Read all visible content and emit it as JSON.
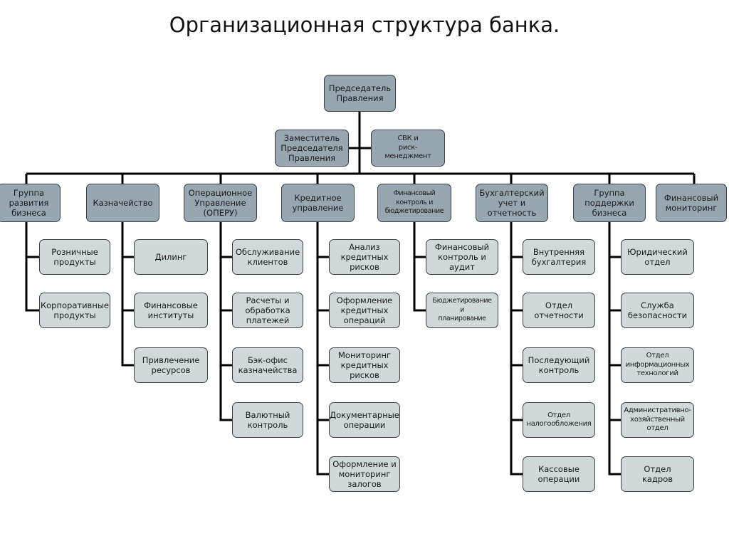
{
  "title": "Организационная структура банка.",
  "colors": {
    "top_box": "#97a7b1",
    "sub_box": "#d0d8da",
    "border": "#3a3f43",
    "connector": "#000000"
  },
  "chairman": "Председатель\nПравления",
  "deputy": "Заместитель\nПредседателя\nПравления",
  "svk": "СВК и\nриск-\nменеджмент",
  "departments": [
    {
      "label": "Группа\nразвития\nбизнеса",
      "children": [
        "Розничные\nпродукты",
        "Корпоративные\nпродукты"
      ]
    },
    {
      "label": "Казначейство",
      "children": [
        "Дилинг",
        "Финансовые\nинституты",
        "Привлечение\nресурсов"
      ]
    },
    {
      "label": "Операционное\nУправление\n(ОПЕРУ)",
      "children": [
        "Обслуживание\nклиентов",
        "Расчеты и\nобработка\nплатежей",
        "Бэк-офис\nказначейства",
        "Валютный\nконтроль"
      ]
    },
    {
      "label": "Кредитное\nуправление",
      "children": [
        "Анализ\nкредитных\nрисков",
        "Оформление\nкредитных\nопераций",
        "Мониторинг\nкредитных\nрисков",
        "Документарные\nоперации",
        "Оформление и\nмониторинг\nзалогов"
      ]
    },
    {
      "label": "Финансовый\nконтроль и\nбюджетирование",
      "children": [
        "Финансовый\nконтроль и\nаудит",
        "Бюджетирование\nи\nпланирование"
      ]
    },
    {
      "label": "Бухгалтерский\nучет и\nотчетность",
      "children": [
        "Внутренняя\nбухгалтерия",
        "Отдел\nотчетности",
        "Последующий\nконтроль",
        "Отдел\nналогообложения",
        "Кассовые\nоперации"
      ]
    },
    {
      "label": "Группа\nподдержки\nбизнеса",
      "children": [
        "Юридический\nотдел",
        "Служба\nбезопасности",
        "Отдел\nинформационных\nтехнологий",
        "Административно-\nхозяйственный\nотдел",
        "Отдел\nкадров"
      ]
    },
    {
      "label": "Финансовый\nмониторинг",
      "children": []
    }
  ]
}
